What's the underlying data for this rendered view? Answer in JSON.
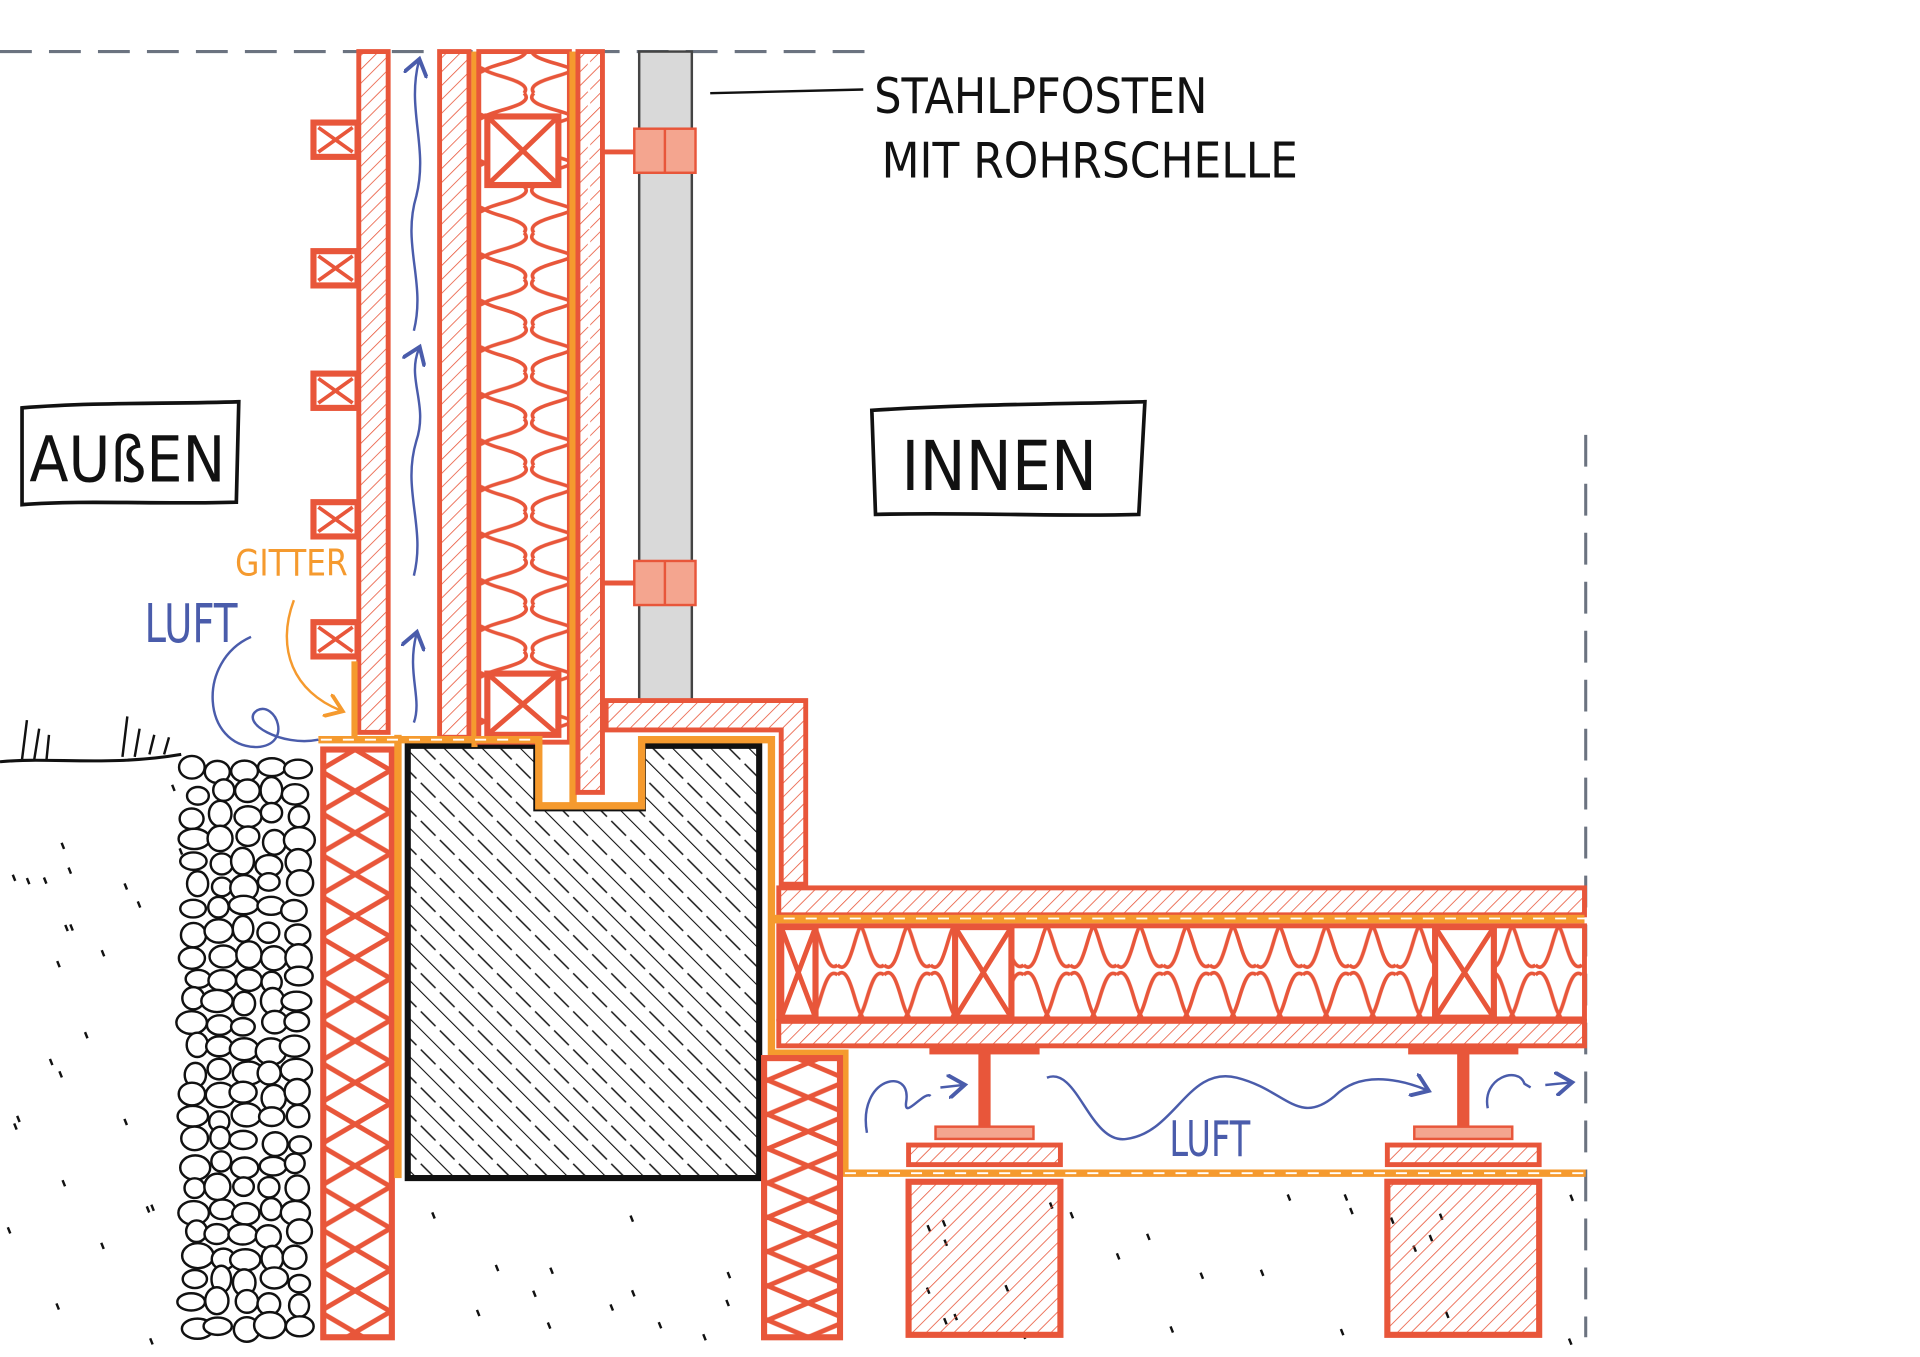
{
  "labels": {
    "steel_post": [
      "STAHLPFOSTEN",
      "MIT ROHRSCHELLE"
    ],
    "outside": "AUßEN",
    "inside": "INNEN",
    "grille": "GITTER",
    "air_wall": "LUFT",
    "air_floor": "LUFT"
  },
  "colors": {
    "timber": "#e8563a",
    "membrane": "#f59a2e",
    "steel": "#d9d9d9",
    "clamp": "#f4a58f",
    "air": "#4a5cab",
    "guide": "#6b7380"
  }
}
